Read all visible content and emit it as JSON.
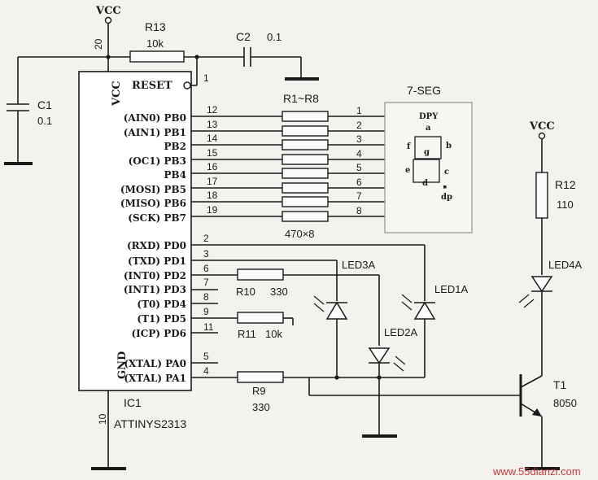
{
  "power": {
    "vcc_top": "VCC",
    "vcc_right": "VCC"
  },
  "components": {
    "r13": {
      "ref": "R13",
      "value": "10k"
    },
    "c2": {
      "ref": "C2",
      "value": "0.1"
    },
    "c1": {
      "ref": "C1",
      "value": "0.1"
    },
    "resnet": {
      "ref": "R1~R8",
      "value": "470×8"
    },
    "r10": {
      "ref": "R10",
      "value": "330"
    },
    "r11": {
      "ref": "R11",
      "value": "10k"
    },
    "r9": {
      "ref": "R9",
      "value": "330"
    },
    "r12": {
      "ref": "R12",
      "value": "110"
    },
    "led1": "LED1A",
    "led2": "LED2A",
    "led3": "LED3A",
    "led4": "LED4A",
    "t1": {
      "ref": "T1",
      "value": "8050"
    },
    "ic": {
      "ref": "IC1",
      "part": "ATTINYS2313"
    }
  },
  "ic_pins": {
    "vcc": "VCC",
    "gnd": "GND",
    "reset": "RESET",
    "left_numbers": {
      "vcc": "20",
      "gnd": "10"
    },
    "reset_number": "1",
    "portb": [
      {
        "label": "(AIN0) PB0",
        "pin": "12"
      },
      {
        "label": "(AIN1) PB1",
        "pin": "13"
      },
      {
        "label": "PB2",
        "pin": "14"
      },
      {
        "label": "(OC1) PB3",
        "pin": "15"
      },
      {
        "label": "PB4",
        "pin": "16"
      },
      {
        "label": "(MOSI) PB5",
        "pin": "17"
      },
      {
        "label": "(MISO) PB6",
        "pin": "18"
      },
      {
        "label": "(SCK) PB7",
        "pin": "19"
      }
    ],
    "portd": [
      {
        "label": "(RXD) PD0",
        "pin": "2"
      },
      {
        "label": "(TXD) PD1",
        "pin": "3"
      },
      {
        "label": "(INT0) PD2",
        "pin": "6"
      },
      {
        "label": "(INT1) PD3",
        "pin": "7"
      },
      {
        "label": "(T0) PD4",
        "pin": "8"
      },
      {
        "label": "(T1) PD5",
        "pin": "9"
      },
      {
        "label": "(ICP) PD6",
        "pin": "11"
      }
    ],
    "porta": [
      {
        "label": "(XTAL) PA0",
        "pin": "5"
      },
      {
        "label": "(XTAL) PA1",
        "pin": "4"
      }
    ]
  },
  "seven_seg": {
    "title": "7-SEG",
    "dpy": "DPY",
    "pin_numbers": [
      "1",
      "2",
      "3",
      "4",
      "5",
      "6",
      "7",
      "8"
    ],
    "pin_letters": [
      "a",
      "b",
      "c",
      "d",
      "e",
      "f",
      "g",
      "dp"
    ],
    "segment_labels": {
      "a": "a",
      "b": "b",
      "c": "c",
      "d": "d",
      "e": "e",
      "f": "f",
      "g": "g",
      "dp": "dp"
    }
  },
  "watermark": "www.55dianzi.com"
}
